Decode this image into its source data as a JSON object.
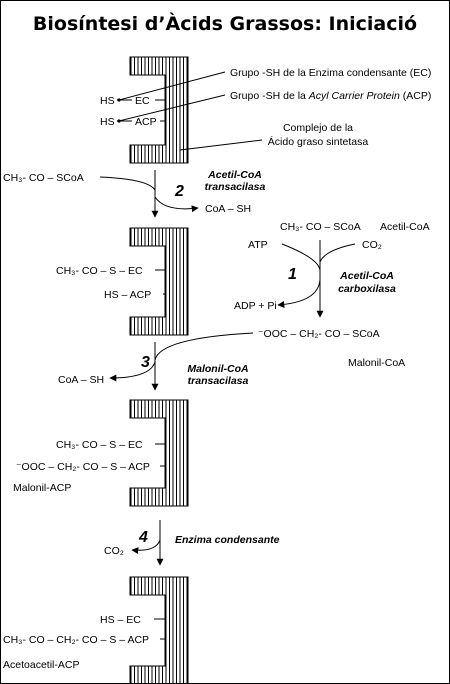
{
  "title": "Biosíntesi d’Àcids Grassos: Iniciació",
  "complex1": {
    "ec_row": "HS",
    "ec_label": "EC",
    "acp_row": "HS",
    "acp_label": "ACP",
    "callout_ec": "Grupo -SH de la Enzima condensante (EC)",
    "callout_acp_prefix": "Grupo -SH de la ",
    "callout_acp_italic": "Acyl Carrier Protein",
    "callout_acp_suffix": " (ACP)",
    "callout_complex_line1": "Complejo de la",
    "callout_complex_line2": "Ácido graso sintetasa"
  },
  "step2": {
    "number": "2",
    "enzyme_line1": "Acetil-CoA",
    "enzyme_line2": "transacilasa",
    "substrate": "CH₃- CO – SCoA",
    "product": "CoA – SH"
  },
  "complex2": {
    "ec_row": "CH₃- CO – S – EC",
    "acp_row": "HS – ACP"
  },
  "step1": {
    "number": "1",
    "enzyme_line1": "Acetil-CoA",
    "enzyme_line2": "carboxilasa",
    "substrate": "CH₃- CO – SCoA",
    "substrate_name": "Acetil-CoA",
    "atp": "ATP",
    "co2": "CO₂",
    "adp": "ADP + Pi",
    "product": "⁻OOC – CH₂- CO – SCoA",
    "product_name": "Malonil-CoA"
  },
  "step3": {
    "number": "3",
    "enzyme_line1": "Malonil-CoA",
    "enzyme_line2": "transacilasa",
    "product": "CoA – SH"
  },
  "complex3": {
    "ec_row": "CH₃- CO – S – EC",
    "acp_row": "⁻OOC – CH₂- CO – S – ACP",
    "name": "Malonil-ACP"
  },
  "step4": {
    "number": "4",
    "enzyme": "Enzima condensante",
    "product": "CO₂"
  },
  "complex4": {
    "ec_row": "HS – EC",
    "acp_row": "CH₃- CO – CH₂- CO – S – ACP",
    "name": "Acetoacetil-ACP"
  }
}
